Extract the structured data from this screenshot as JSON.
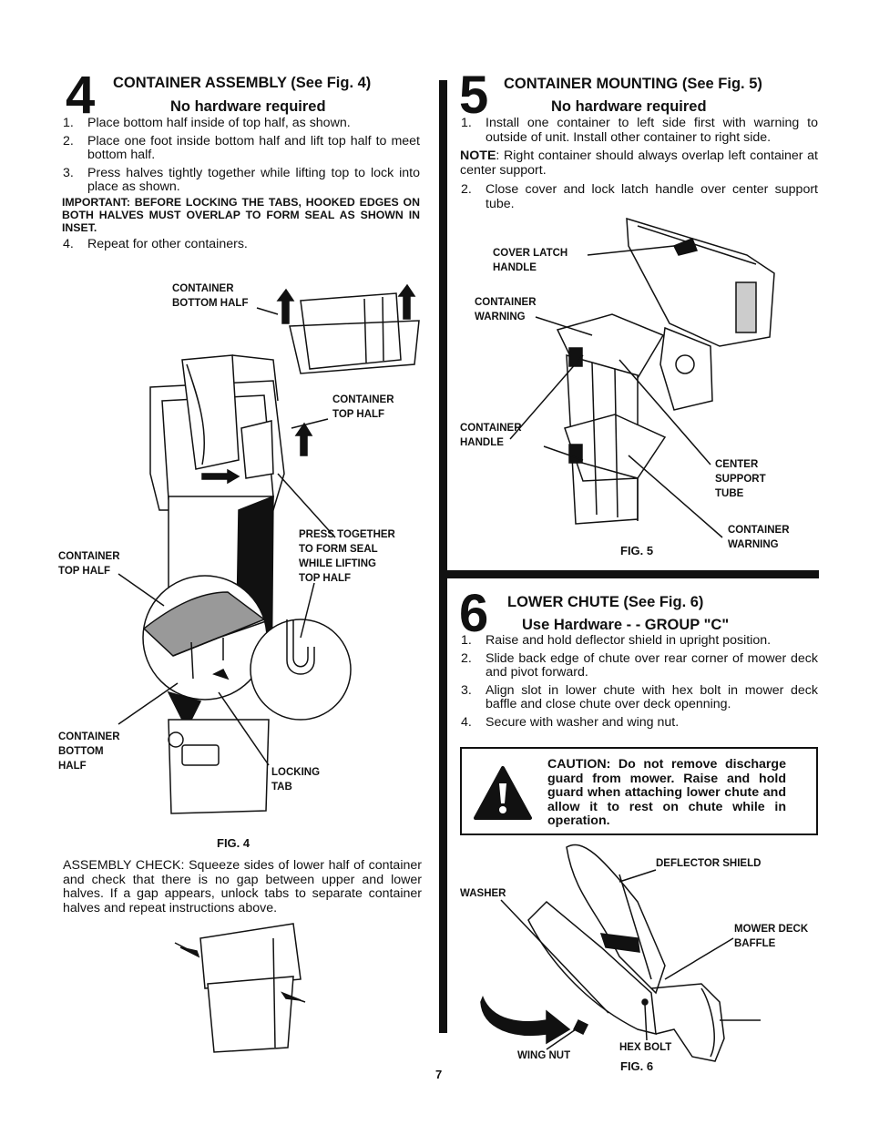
{
  "step4": {
    "number": "4",
    "title": "CONTAINER ASSEMBLY (See Fig. 4)",
    "subtitle": "No hardware required",
    "items": [
      {
        "n": "1.",
        "text": "Place bottom half inside of top half, as shown."
      },
      {
        "n": "2.",
        "text": "Place one foot inside bottom half and lift top half to meet bottom half."
      },
      {
        "n": "3.",
        "text": "Press halves tightly together while lifting top to lock into place as shown."
      }
    ],
    "important": "IMPORTANT: BEFORE LOCKING THE TABS, HOOKED EDGES ON BOTH HALVES MUST OVERLAP TO FORM SEAL AS SHOWN IN INSET.",
    "item4": {
      "n": "4.",
      "text": "Repeat for other containers."
    },
    "labels": {
      "container_bottom_half_top": "CONTAINER\nBOTTOM HALF",
      "container_top_half_right": "CONTAINER\nTOP HALF",
      "press_together": "PRESS TOGETHER\nTO FORM SEAL\nWHILE LIFTING\nTOP HALF",
      "container_top_half_left": "CONTAINER\nTOP HALF",
      "container_bottom_half_left": "CONTAINER\nBOTTOM\nHALF",
      "locking_tab": "LOCKING\nTAB"
    },
    "fig_caption": "FIG. 4",
    "assembly_check": "ASSEMBLY CHECK: Squeeze sides of lower half of container and check that there is no gap between upper and lower halves.  If a gap appears, unlock tabs to separate container halves and repeat instructions above."
  },
  "step5": {
    "number": "5",
    "title": "CONTAINER MOUNTING (See Fig. 5)",
    "subtitle": "No hardware required",
    "item1": {
      "n": "1.",
      "text": "Install one container to left side first with warning to outside of unit. Install other container to right side."
    },
    "note_label": "NOTE",
    "note_text": ": Right container should always overlap left container at center support.",
    "item2": {
      "n": "2.",
      "text": "Close cover and lock latch handle over center support tube."
    },
    "labels": {
      "cover_latch_handle": "COVER LATCH\nHANDLE",
      "container_warning_top": "CONTAINER\nWARNING",
      "container_handle": "CONTAINER\nHANDLE",
      "center_support_tube": "CENTER\nSUPPORT\nTUBE",
      "container_warning_bottom": "CONTAINER\nWARNING"
    },
    "fig_caption": "FIG. 5"
  },
  "step6": {
    "number": "6",
    "title": "LOWER CHUTE (See Fig. 6)",
    "subtitle": "Use Hardware - - GROUP \"C\"",
    "items": [
      {
        "n": "1.",
        "text": "Raise and hold deflector shield in upright position."
      },
      {
        "n": "2.",
        "text": "Slide back edge of chute over rear corner of mower deck and pivot forward."
      },
      {
        "n": "3.",
        "text": "Align slot in lower chute with hex bolt in mower deck baffle and close chute over deck openning."
      },
      {
        "n": "4.",
        "text": "Secure with washer and wing nut."
      }
    ],
    "caution": "CAUTION: Do not remove discharge guard from mower. Raise and hold guard when attaching lower chute and allow it to rest on chute while in operation.",
    "labels": {
      "deflector_shield": "DEFLECTOR SHIELD",
      "washer": "WASHER",
      "mower_deck_baffle": "MOWER DECK\nBAFFLE",
      "hex_bolt": "HEX BOLT",
      "wing_nut": "WING NUT"
    },
    "fig_caption": "FIG. 6"
  },
  "page_number": "7"
}
